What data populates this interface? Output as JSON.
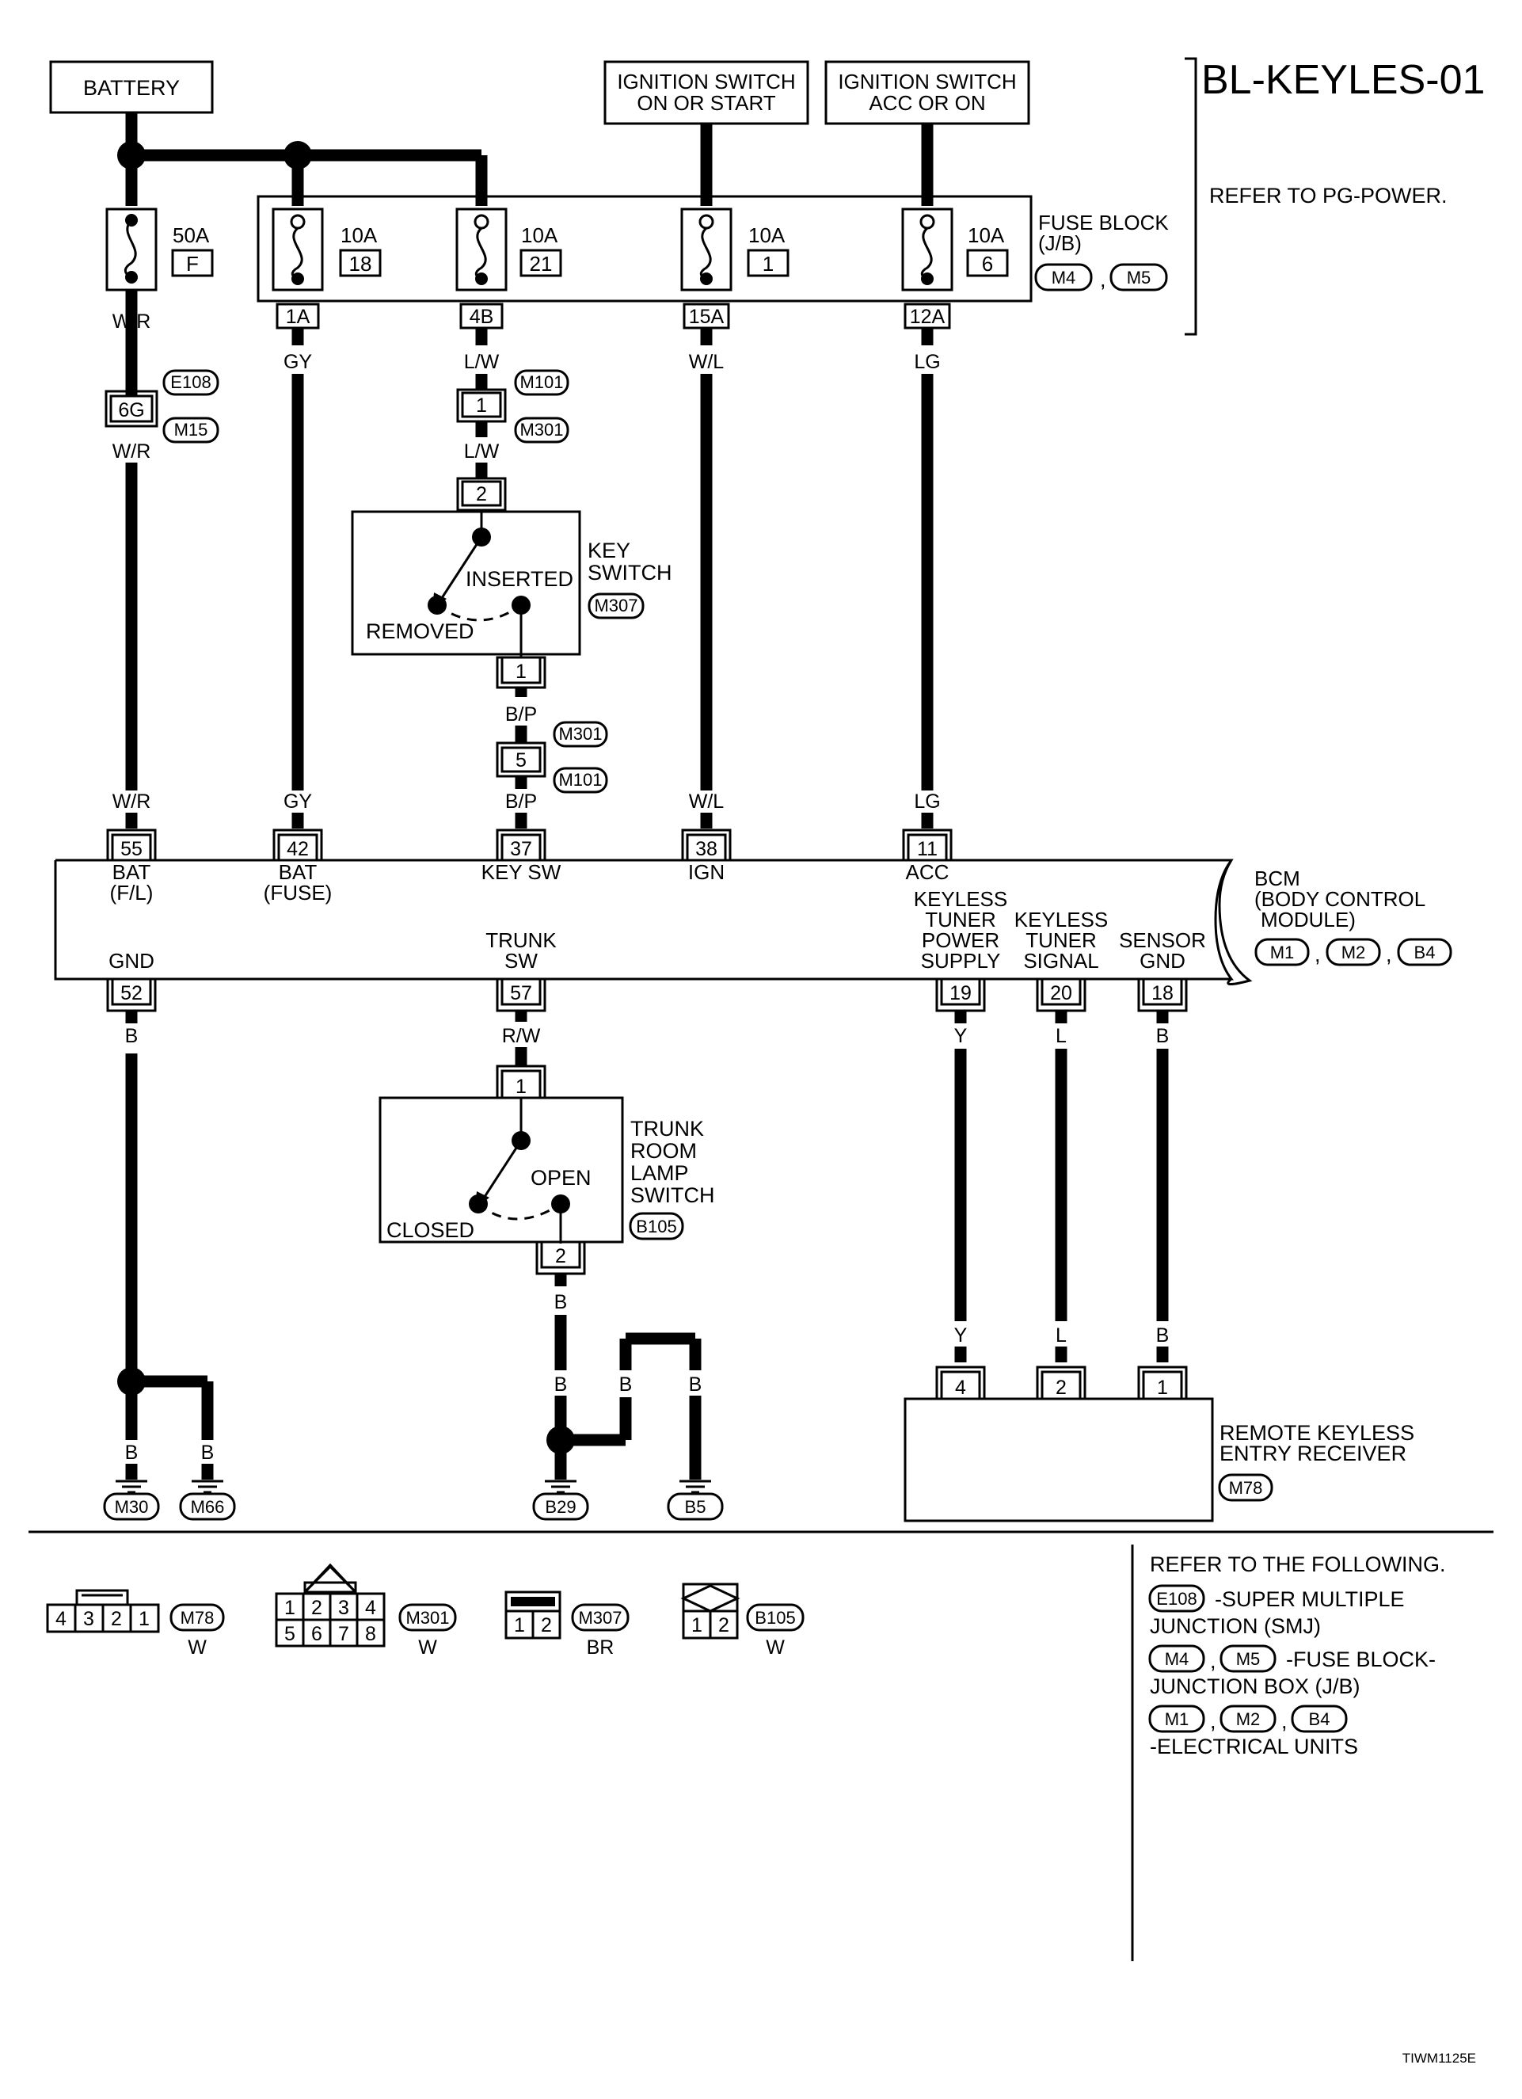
{
  "title": "BL-KEYLES-01",
  "refer_pg": "REFER TO PG-POWER.",
  "image_code": "TIWM1125E",
  "power_sources": {
    "battery": "BATTERY",
    "ign_on_start": [
      "IGNITION SWITCH",
      "ON OR START"
    ],
    "ign_acc_on": [
      "IGNITION SWITCH",
      "ACC OR ON"
    ]
  },
  "fuse_block": {
    "label": [
      "FUSE BLOCK",
      "(J/B)"
    ],
    "connectors": [
      "M4",
      "M5"
    ]
  },
  "fuses": [
    {
      "rating": "50A",
      "id": "F"
    },
    {
      "rating": "10A",
      "id": "18",
      "terminal": "1A"
    },
    {
      "rating": "10A",
      "id": "21",
      "terminal": "4B"
    },
    {
      "rating": "10A",
      "id": "1",
      "terminal": "15A"
    },
    {
      "rating": "10A",
      "id": "6",
      "terminal": "12A"
    }
  ],
  "wire_colors": {
    "wr": "W/R",
    "gy": "GY",
    "lw": "L/W",
    "wl": "W/L",
    "lg": "LG",
    "bp": "B/P",
    "b": "B",
    "rw": "R/W",
    "y": "Y",
    "l": "L"
  },
  "smj": {
    "pin": "6G",
    "connectors": [
      "E108",
      "M15"
    ]
  },
  "key_switch_harness": {
    "pins": [
      "1",
      "2"
    ],
    "connectors": [
      "M101",
      "M301"
    ]
  },
  "key_switch_harness_lower": {
    "pin": "5",
    "connectors": [
      "M301",
      "M101"
    ]
  },
  "key_switch": {
    "label": [
      "KEY",
      "SWITCH"
    ],
    "connector": "M307",
    "in_pin": "2",
    "out_pin": "1",
    "inserted": "INSERTED",
    "removed": "REMOVED"
  },
  "bcm": {
    "label": [
      "BCM",
      "(BODY CONTROL",
      "MODULE)"
    ],
    "connectors": [
      "M1",
      "M2",
      "B4"
    ],
    "top_pins": [
      {
        "pin": "55",
        "label": [
          "BAT",
          "(F/L)"
        ]
      },
      {
        "pin": "42",
        "label": [
          "BAT",
          "(FUSE)"
        ]
      },
      {
        "pin": "37",
        "label": [
          "KEY SW"
        ]
      },
      {
        "pin": "38",
        "label": [
          "IGN"
        ]
      },
      {
        "pin": "11",
        "label": [
          "ACC"
        ]
      }
    ],
    "bottom_pins": [
      {
        "pin": "52",
        "label": [
          "GND"
        ]
      },
      {
        "pin": "57",
        "label": [
          "TRUNK",
          "SW"
        ]
      },
      {
        "pin": "19",
        "label": [
          "KEYLESS",
          "TUNER",
          "POWER",
          "SUPPLY"
        ]
      },
      {
        "pin": "20",
        "label": [
          "KEYLESS",
          "TUNER",
          "SIGNAL"
        ]
      },
      {
        "pin": "18",
        "label": [
          "SENSOR",
          "GND"
        ]
      }
    ]
  },
  "trunk_switch": {
    "label": [
      "TRUNK",
      "ROOM",
      "LAMP",
      "SWITCH"
    ],
    "connector": "B105",
    "in_pin": "1",
    "out_pin": "2",
    "open": "OPEN",
    "closed": "CLOSED"
  },
  "receiver": {
    "label": [
      "REMOTE KEYLESS",
      "ENTRY RECEIVER"
    ],
    "connector": "M78",
    "pins": [
      "4",
      "2",
      "1"
    ]
  },
  "grounds": [
    "M30",
    "M66",
    "B29",
    "B5"
  ],
  "connector_views": [
    {
      "id": "M78",
      "color": "W",
      "pins": [
        "4",
        "3",
        "2",
        "1"
      ]
    },
    {
      "id": "M301",
      "color": "W",
      "pins_top": [
        "1",
        "2",
        "3",
        "4"
      ],
      "pins_bottom": [
        "5",
        "6",
        "7",
        "8"
      ]
    },
    {
      "id": "M307",
      "color": "BR",
      "pins": [
        "1",
        "2"
      ]
    },
    {
      "id": "B105",
      "color": "W",
      "pins": [
        "1",
        "2"
      ]
    }
  ],
  "refer_following": {
    "heading": "REFER TO THE FOLLOWING.",
    "smj": {
      "connector": "E108",
      "text": [
        "-SUPER MULTIPLE",
        "JUNCTION (SMJ)"
      ]
    },
    "fuse": {
      "connectors": [
        "M4",
        "M5"
      ],
      "text": [
        "-FUSE BLOCK-",
        "JUNCTION BOX (J/B)"
      ]
    },
    "units": {
      "connectors": [
        "M1",
        "M2",
        "B4"
      ],
      "text": [
        "-ELECTRICAL UNITS"
      ]
    }
  }
}
